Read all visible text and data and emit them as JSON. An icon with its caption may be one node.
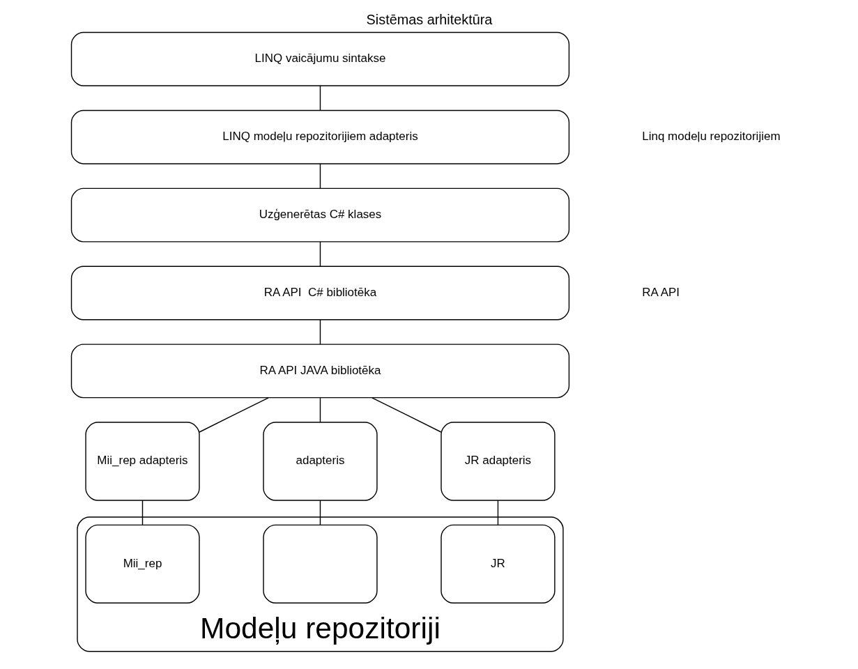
{
  "diagram": {
    "title": "Sistēmas arhitektūra",
    "nodes": [
      {
        "text": [
          "LINQ vaicājumu sintakse"
        ]
      },
      {
        "text": [
          "LINQ modeļu repozitorijiem adapteris"
        ]
      },
      {
        "text": [
          "Uzģenerētas C# klases"
        ]
      },
      {
        "text": [
          "RA API  C# bibliotēka"
        ]
      },
      {
        "text": [
          "RA API JAVA bibliotēka"
        ]
      },
      {
        "text": [
          "Mii_rep adapteris"
        ]
      },
      {
        "text": [
          "adapteris"
        ]
      },
      {
        "text": [
          "JR adapteris"
        ]
      },
      {
        "text": [
          "Modeļu repozitoriji"
        ]
      },
      {
        "text": [
          "Mii_rep"
        ],
        "in": 8
      },
      {
        "text": [],
        "shape": "box",
        "in": 8
      },
      {
        "text": [
          "JR"
        ],
        "in": 8
      }
    ],
    "edges": [
      {
        "from": 0,
        "to": 1,
        "arrow": "none"
      },
      {
        "from": 1,
        "to": 2,
        "arrow": "none"
      },
      {
        "from": 2,
        "to": 3,
        "arrow": "none"
      },
      {
        "from": 3,
        "to": 4,
        "arrow": "none"
      },
      {
        "from": 4,
        "to": 5,
        "arrow": "none"
      },
      {
        "from": 4,
        "to": 6,
        "arrow": "none"
      },
      {
        "from": 4,
        "to": 7,
        "arrow": "none"
      },
      {
        "from": 5,
        "to": 9,
        "arrow": "none"
      },
      {
        "from": 6,
        "to": 10,
        "arrow": "none"
      },
      {
        "from": 7,
        "to": 11,
        "arrow": "none"
      }
    ],
    "labels": [
      "Linq modeļu repozitorijiem",
      "RA API"
    ]
  }
}
